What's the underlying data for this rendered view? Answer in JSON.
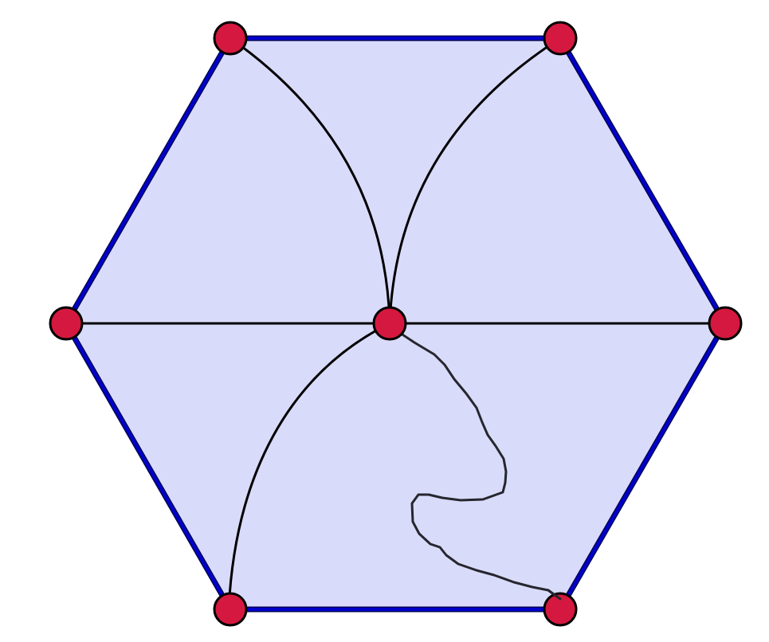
{
  "diagram": {
    "kind": "hexagon-center-connections",
    "colors": {
      "fill": "#d9dbfa",
      "border": "#0000cc",
      "border_inner": "#000044",
      "edge": "#000000",
      "freehand_edge": "#26262e",
      "vertex_fill": "#d5183f",
      "vertex_stroke": "#000000",
      "background": "#ffffff"
    },
    "vertices": [
      {
        "id": "top-left"
      },
      {
        "id": "top-right"
      },
      {
        "id": "right"
      },
      {
        "id": "bottom-right"
      },
      {
        "id": "bottom-left"
      },
      {
        "id": "left"
      },
      {
        "id": "center"
      }
    ],
    "edges": [
      {
        "id": "center-to-top-left",
        "style": "arc"
      },
      {
        "id": "center-to-top-right",
        "style": "arc"
      },
      {
        "id": "center-to-left",
        "style": "straight"
      },
      {
        "id": "center-to-right",
        "style": "straight"
      },
      {
        "id": "center-to-bottom-left",
        "style": "arc"
      },
      {
        "id": "center-to-bottom-right",
        "style": "freehand"
      }
    ]
  }
}
